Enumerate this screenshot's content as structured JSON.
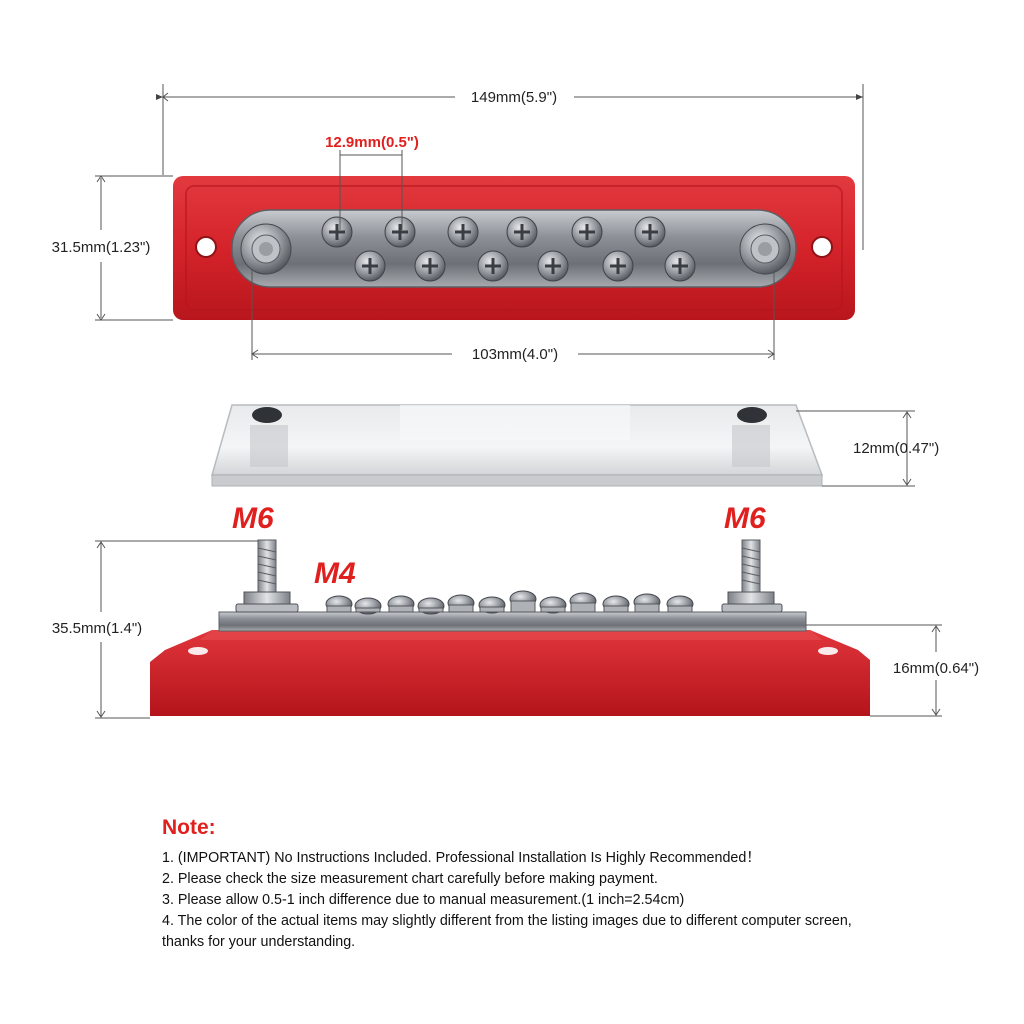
{
  "dimensions": {
    "overall_length": "149mm(5.9\")",
    "stud_pitch": "12.9mm(0.5\")",
    "width": "31.5mm(1.23\")",
    "stud_spacing": "103mm(4.0\")",
    "cover_height": "12mm(0.47\")",
    "total_height": "35.5mm(1.4\")",
    "base_height": "16mm(0.64\")"
  },
  "labels": {
    "main_stud_left": "M6",
    "main_stud_right": "M6",
    "branch_screws": "M4"
  },
  "note": {
    "title": "Note:",
    "lines": [
      "1. (IMPORTANT) No Instructions Included. Professional Installation Is Highly Recommended！",
      "2. Please check the size measurement chart carefully before making payment.",
      "3. Please allow 0.5-1 inch difference due to manual measurement.(1 inch=2.54cm)",
      "4. The color of the actual items may slightly different from the listing images due to different computer screen, thanks for your understanding."
    ]
  },
  "colors": {
    "base_red": "#d8242b",
    "accent_red": "#e0201e",
    "metal": "#9ea2a8"
  }
}
